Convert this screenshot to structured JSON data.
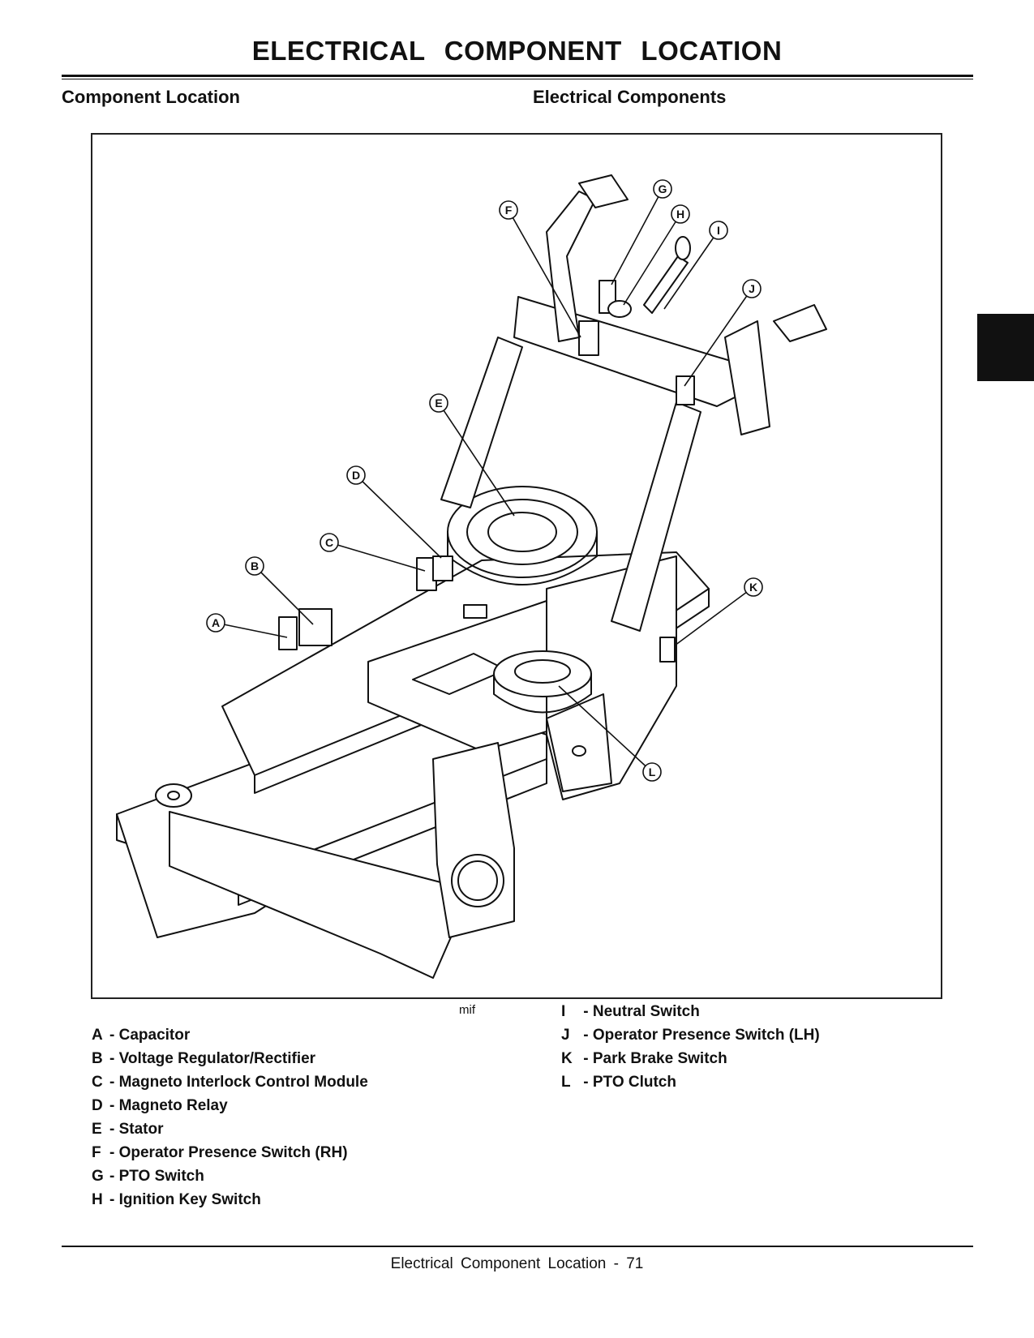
{
  "page": {
    "title": "ELECTRICAL   COMPONENT LOCATION",
    "section_left": "Component Location",
    "section_right": "Electrical Components",
    "figure_code": "mif",
    "footer": "Electrical   Component Location  - 71"
  },
  "callouts": [
    "A",
    "B",
    "C",
    "D",
    "E",
    "F",
    "G",
    "H",
    "I",
    "J",
    "K",
    "L"
  ],
  "legend_left": [
    {
      "key": "A",
      "label": "- Capacitor"
    },
    {
      "key": "B",
      "label": "- Voltage Regulator/Rectifier"
    },
    {
      "key": "C",
      "label": "- Magneto Interlock Control Module"
    },
    {
      "key": "D",
      "label": "- Magneto Relay"
    },
    {
      "key": "E",
      "label": "- Stator"
    },
    {
      "key": "F",
      "label": "- Operator Presence Switch (RH)"
    },
    {
      "key": "G",
      "label": "- PTO Switch"
    },
    {
      "key": "H",
      "label": "- Ignition Key Switch"
    }
  ],
  "legend_right": [
    {
      "key": "I",
      "label": " - Neutral Switch"
    },
    {
      "key": "J",
      "label": " - Operator Presence Switch (LH)"
    },
    {
      "key": "K",
      "label": " - Park Brake Switch"
    },
    {
      "key": "L",
      "label": " - PTO Clutch"
    }
  ]
}
